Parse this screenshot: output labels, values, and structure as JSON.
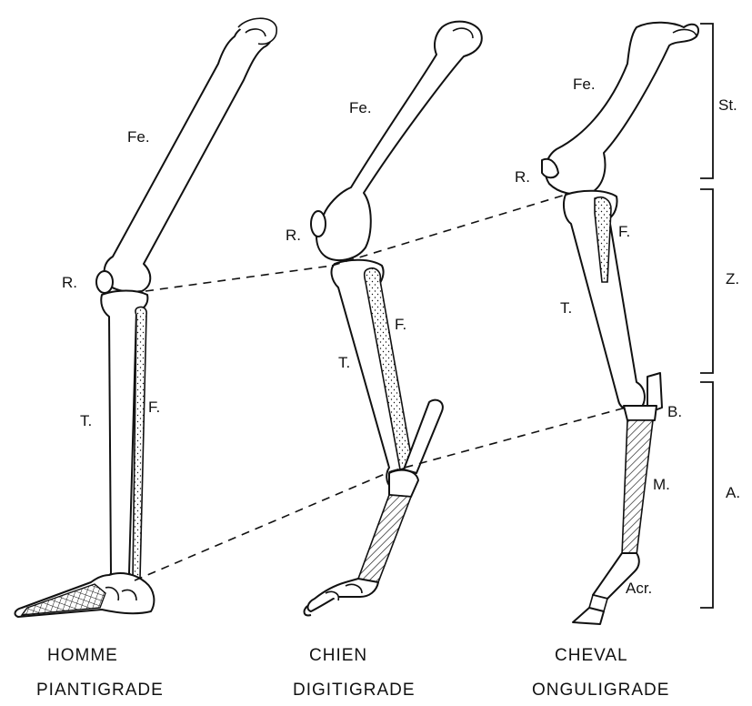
{
  "labels": {
    "homme": {
      "fe": "Fe.",
      "r": "R.",
      "t": "T.",
      "f": "F."
    },
    "chien": {
      "fe": "Fe.",
      "r": "R.",
      "t": "T.",
      "f": "F."
    },
    "cheval": {
      "fe": "Fe.",
      "r": "R.",
      "t": "T.",
      "f": "F.",
      "b": "B.",
      "m": "M.",
      "acr": "Acr."
    }
  },
  "segments": {
    "st": "St.",
    "z": "Z.",
    "a": "A."
  },
  "captions": [
    {
      "name": "HOMME",
      "type": "PIANTIGRADE"
    },
    {
      "name": "CHIEN",
      "type": "DIGITIGRADE"
    },
    {
      "name": "CHEVAL",
      "type": "ONGULIGRADE"
    }
  ]
}
